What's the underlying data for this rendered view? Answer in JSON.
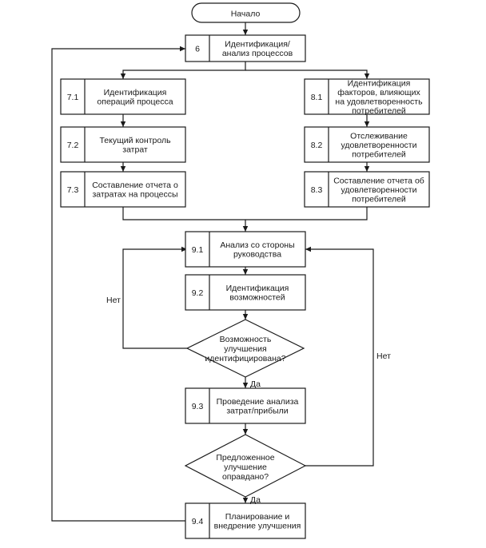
{
  "start": {
    "label": "Начало"
  },
  "steps": {
    "s6": {
      "num": "6",
      "lines": [
        "Идентификация/",
        "анализ процессов"
      ]
    },
    "s71": {
      "num": "7.1",
      "lines": [
        "Идентификация",
        "операций процесса"
      ]
    },
    "s72": {
      "num": "7.2",
      "lines": [
        "Текущий контроль",
        "затрат"
      ]
    },
    "s73": {
      "num": "7.3",
      "lines": [
        "Составление отчета о",
        "затратах на процессы"
      ]
    },
    "s81": {
      "num": "8.1",
      "lines": [
        "Идентификация",
        "факторов, влияющих",
        "на удовлетворенность",
        "потребителей"
      ]
    },
    "s82": {
      "num": "8.2",
      "lines": [
        "Отслеживание",
        "удовлетворенности",
        "потребителей"
      ]
    },
    "s83": {
      "num": "8.3",
      "lines": [
        "Составление отчета об",
        "удовлетворенности",
        "потребителей"
      ]
    },
    "s91": {
      "num": "9.1",
      "lines": [
        "Анализ со стороны",
        "руководства"
      ]
    },
    "s92": {
      "num": "9.2",
      "lines": [
        "Идентификация",
        "возможностей"
      ]
    },
    "s93": {
      "num": "9.3",
      "lines": [
        "Проведение анализа",
        "затрат/прибыли"
      ]
    },
    "s94": {
      "num": "9.4",
      "lines": [
        "Планирование и",
        "внедрение улучшения"
      ]
    }
  },
  "decisions": {
    "d1": {
      "lines": [
        "Возможность",
        "улучшения",
        "идентифицирована?"
      ]
    },
    "d2": {
      "lines": [
        "Предложенное",
        "улучшение",
        "оправдано?"
      ]
    }
  },
  "edge_labels": {
    "d1_no": "Нет",
    "d1_yes": "Да",
    "d2_no": "Нет",
    "d2_yes": "Да"
  }
}
